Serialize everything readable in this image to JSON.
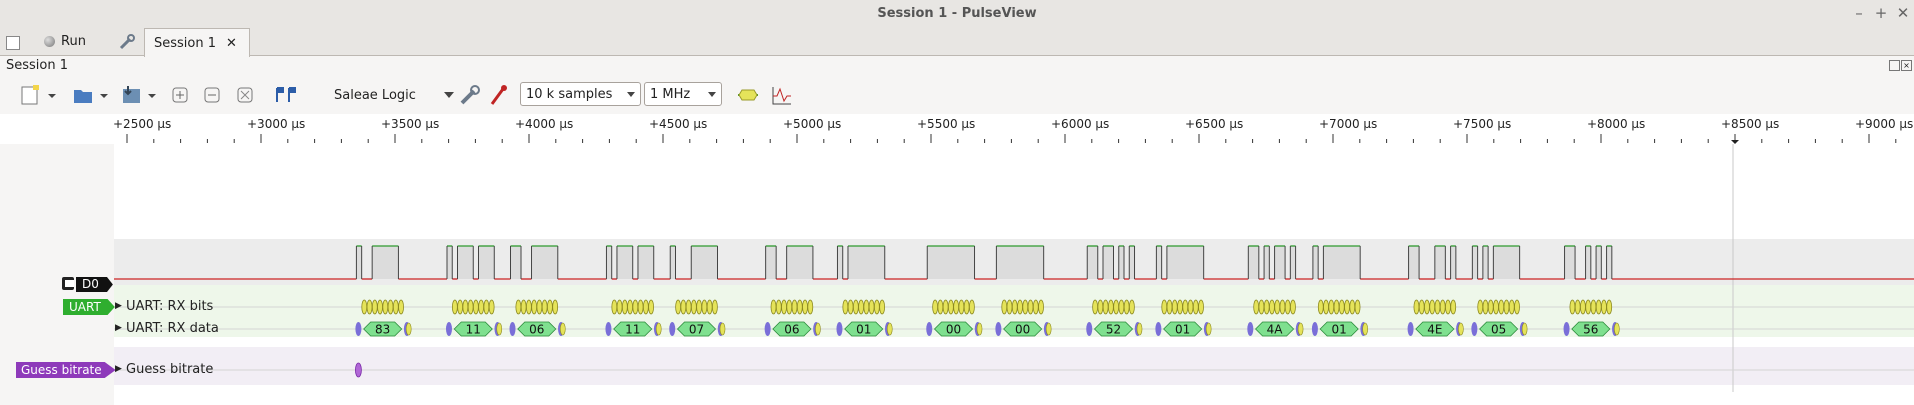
{
  "window": {
    "title": "Session 1 - PulseView",
    "controls": [
      "–",
      "+",
      "✕"
    ]
  },
  "tabs": {
    "run_label": "Run",
    "session_label": "Session 1",
    "close_glyph": "✕"
  },
  "session": {
    "label": "Session 1"
  },
  "toolbar": {
    "device": "Saleae Logic",
    "samples": "10 k samples",
    "rate": "1 MHz"
  },
  "ruler": {
    "ticks": [
      "+2500 µs",
      "+3000 µs",
      "+3500 µs",
      "+4000 µs",
      "+4500 µs",
      "+5000 µs",
      "+5500 µs",
      "+6000 µs",
      "+6500 µs",
      "+7000 µs",
      "+7500 µs",
      "+8000 µs",
      "+8500 µs",
      "+9000 µs"
    ]
  },
  "channels": {
    "d0": "D0",
    "uart_tag": "UART",
    "uart_rx_bits": "UART: RX bits",
    "uart_rx_data": "UART: RX data",
    "guess_tag": "Guess bitrate",
    "guess_row": "Guess bitrate"
  },
  "decoded_bytes": [
    "83",
    "11",
    "06",
    "11",
    "07",
    "06",
    "01",
    "00",
    "00",
    "52",
    "01",
    "4A",
    "01",
    "4E",
    "05",
    "56"
  ],
  "colors": {
    "signal_high": "#2e9a2e",
    "signal_low": "#cc2222",
    "uart_tag": "#2fae2f",
    "guess_tag": "#8e3aba",
    "bit_fill": "#e5e35a",
    "data_fill": "#7fe08f",
    "edge_marker": "#7a6fd8"
  }
}
